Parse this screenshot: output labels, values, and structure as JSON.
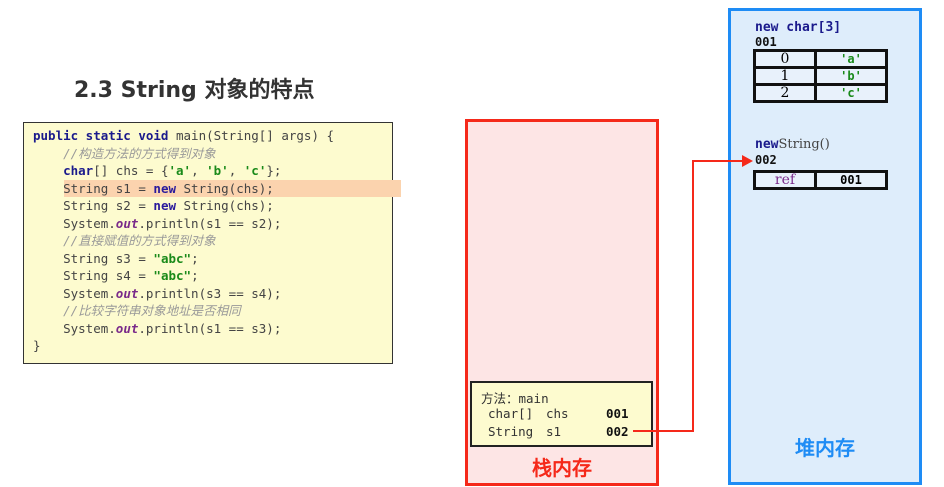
{
  "title": "2.3 String 对象的特点",
  "code": {
    "lines": [
      [
        {
          "t": "public static void",
          "c": "kw"
        },
        {
          "t": " main(String[] args) {",
          "c": ""
        }
      ],
      [
        {
          "t": "    ",
          "c": ""
        },
        {
          "t": "//构造方法的方式得到对象",
          "c": "cm"
        }
      ],
      [
        {
          "t": "    ",
          "c": ""
        },
        {
          "t": "char",
          "c": "kw"
        },
        {
          "t": "[] chs = {",
          "c": ""
        },
        {
          "t": "'a'",
          "c": "str"
        },
        {
          "t": ", ",
          "c": ""
        },
        {
          "t": "'b'",
          "c": "str"
        },
        {
          "t": ", ",
          "c": ""
        },
        {
          "t": "'c'",
          "c": "str"
        },
        {
          "t": "};",
          "c": ""
        }
      ],
      [
        {
          "t": "    String s1 = ",
          "c": ""
        },
        {
          "t": "new",
          "c": "kw2"
        },
        {
          "t": " String(chs);",
          "c": ""
        }
      ],
      [
        {
          "t": "    String s2 = ",
          "c": ""
        },
        {
          "t": "new",
          "c": "kw2"
        },
        {
          "t": " String(chs);",
          "c": ""
        }
      ],
      [
        {
          "t": "    System.",
          "c": ""
        },
        {
          "t": "out",
          "c": "fld"
        },
        {
          "t": ".println(s1 == s2);",
          "c": ""
        }
      ],
      [
        {
          "t": "    ",
          "c": ""
        },
        {
          "t": "//直接赋值的方式得到对象",
          "c": "cm"
        }
      ],
      [
        {
          "t": "    String s3 = ",
          "c": ""
        },
        {
          "t": "\"abc\"",
          "c": "str"
        },
        {
          "t": ";",
          "c": ""
        }
      ],
      [
        {
          "t": "    String s4 = ",
          "c": ""
        },
        {
          "t": "\"abc\"",
          "c": "str"
        },
        {
          "t": ";",
          "c": ""
        }
      ],
      [
        {
          "t": "    System.",
          "c": ""
        },
        {
          "t": "out",
          "c": "fld"
        },
        {
          "t": ".println(s3 == s4);",
          "c": ""
        }
      ],
      [
        {
          "t": "    ",
          "c": ""
        },
        {
          "t": "//比较字符串对象地址是否相同",
          "c": "cm"
        }
      ],
      [
        {
          "t": "    System.",
          "c": ""
        },
        {
          "t": "out",
          "c": "fld"
        },
        {
          "t": ".println(s1 == s3);",
          "c": ""
        }
      ],
      [
        {
          "t": "}",
          "c": ""
        }
      ]
    ],
    "highlight_line": 3
  },
  "stack": {
    "label": "栈内存",
    "frame_title": "方法：main",
    "vars": [
      {
        "type": "char[]",
        "name": "chs",
        "value": "001"
      },
      {
        "type": "String",
        "name": "s1",
        "value": "002"
      }
    ]
  },
  "heap": {
    "label": "堆内存",
    "array": {
      "header": "new char[3]",
      "address": "001",
      "rows": [
        {
          "index": "0",
          "value": "'a'"
        },
        {
          "index": "1",
          "value": "'b'"
        },
        {
          "index": "2",
          "value": "'c'"
        }
      ]
    },
    "string": {
      "header_kw": "new",
      "header_rest": "String()",
      "address": "002",
      "field": "ref",
      "value": "001"
    }
  },
  "colors": {
    "stack": "#f5291a",
    "heap": "#1e8cf5",
    "code_bg": "#fdfbcf",
    "highlight": "#fbd3ae",
    "arrow": "#f5291a"
  }
}
